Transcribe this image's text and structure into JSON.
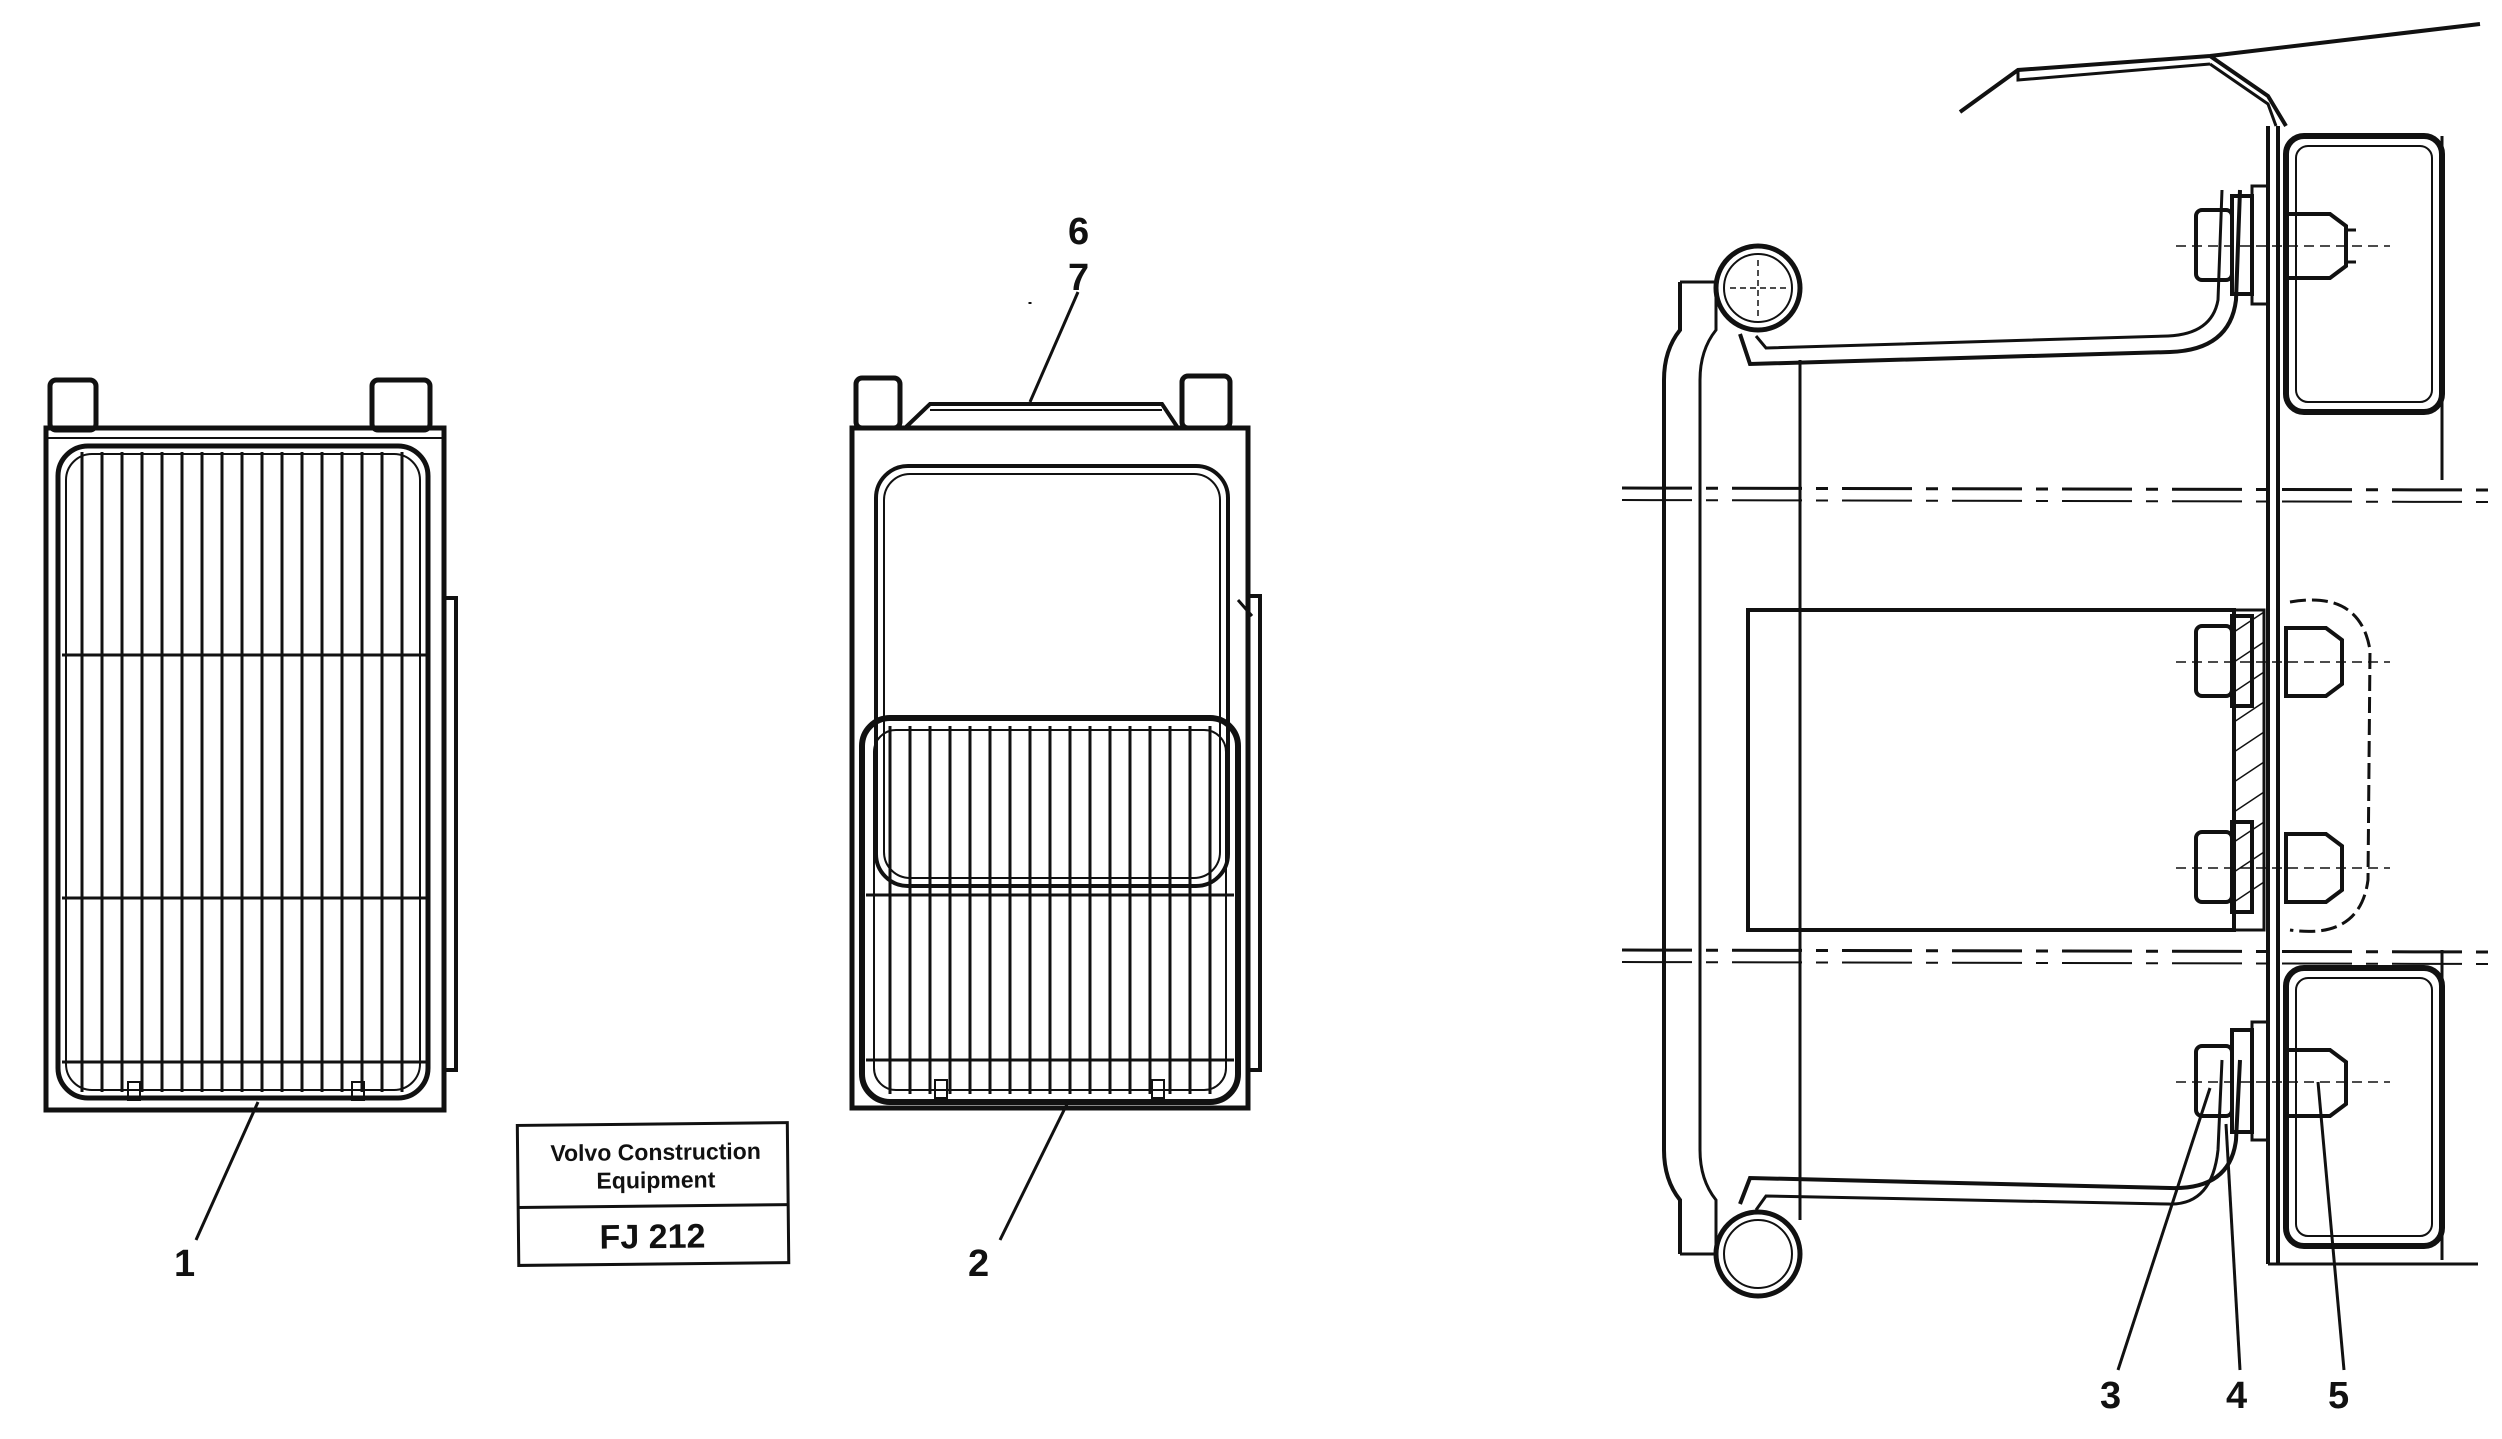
{
  "callouts": {
    "c1": "1",
    "c2": "2",
    "c3": "3",
    "c4": "4",
    "c5": "5",
    "c6": "6",
    "c7": "7"
  },
  "badge": {
    "line1": "Volvo Construction",
    "line2": "Equipment",
    "code": "FJ 212"
  }
}
